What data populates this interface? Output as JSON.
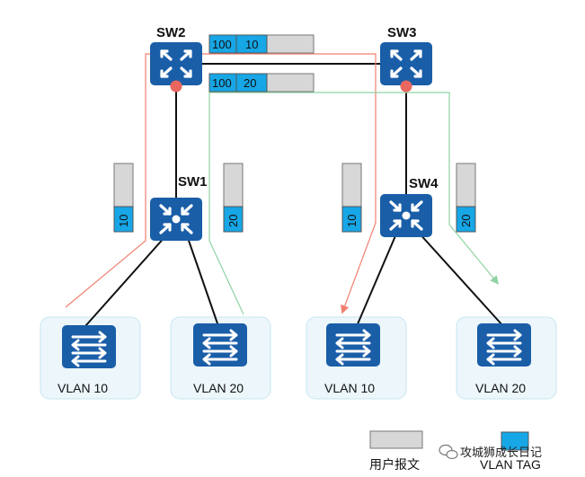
{
  "colors": {
    "device_blue": "#1a5ea8",
    "tag_blue": "#17a6e6",
    "frame_gray": "#d7d7d7",
    "host_box": "#ecf6fb",
    "red_path": "#f08070",
    "green_path": "#8fd3a4",
    "red_dot": "#e9675e"
  },
  "devices": {
    "sw1": {
      "label": "SW1",
      "kind": "l3-switch-icon"
    },
    "sw2": {
      "label": "SW2",
      "kind": "router-icon"
    },
    "sw3": {
      "label": "SW3",
      "kind": "router-icon"
    },
    "sw4": {
      "label": "SW4",
      "kind": "l3-switch-icon"
    }
  },
  "hosts": [
    {
      "label": "VLAN 10"
    },
    {
      "label": "VLAN 20"
    },
    {
      "label": "VLAN 10"
    },
    {
      "label": "VLAN 20"
    }
  ],
  "frames": {
    "trunk_top": {
      "outer_tag": "100",
      "inner_tag": "10"
    },
    "trunk_bottom": {
      "outer_tag": "100",
      "inner_tag": "20"
    },
    "v1": {
      "tag": "10"
    },
    "v2": {
      "tag": "20"
    },
    "v3": {
      "tag": "10"
    },
    "v4": {
      "tag": "20"
    }
  },
  "legend": {
    "frame_label": "用户报文",
    "tag_label": "VLAN TAG"
  },
  "watermark": {
    "text": "攻城狮成长日记",
    "icon": "wechat-icon"
  }
}
